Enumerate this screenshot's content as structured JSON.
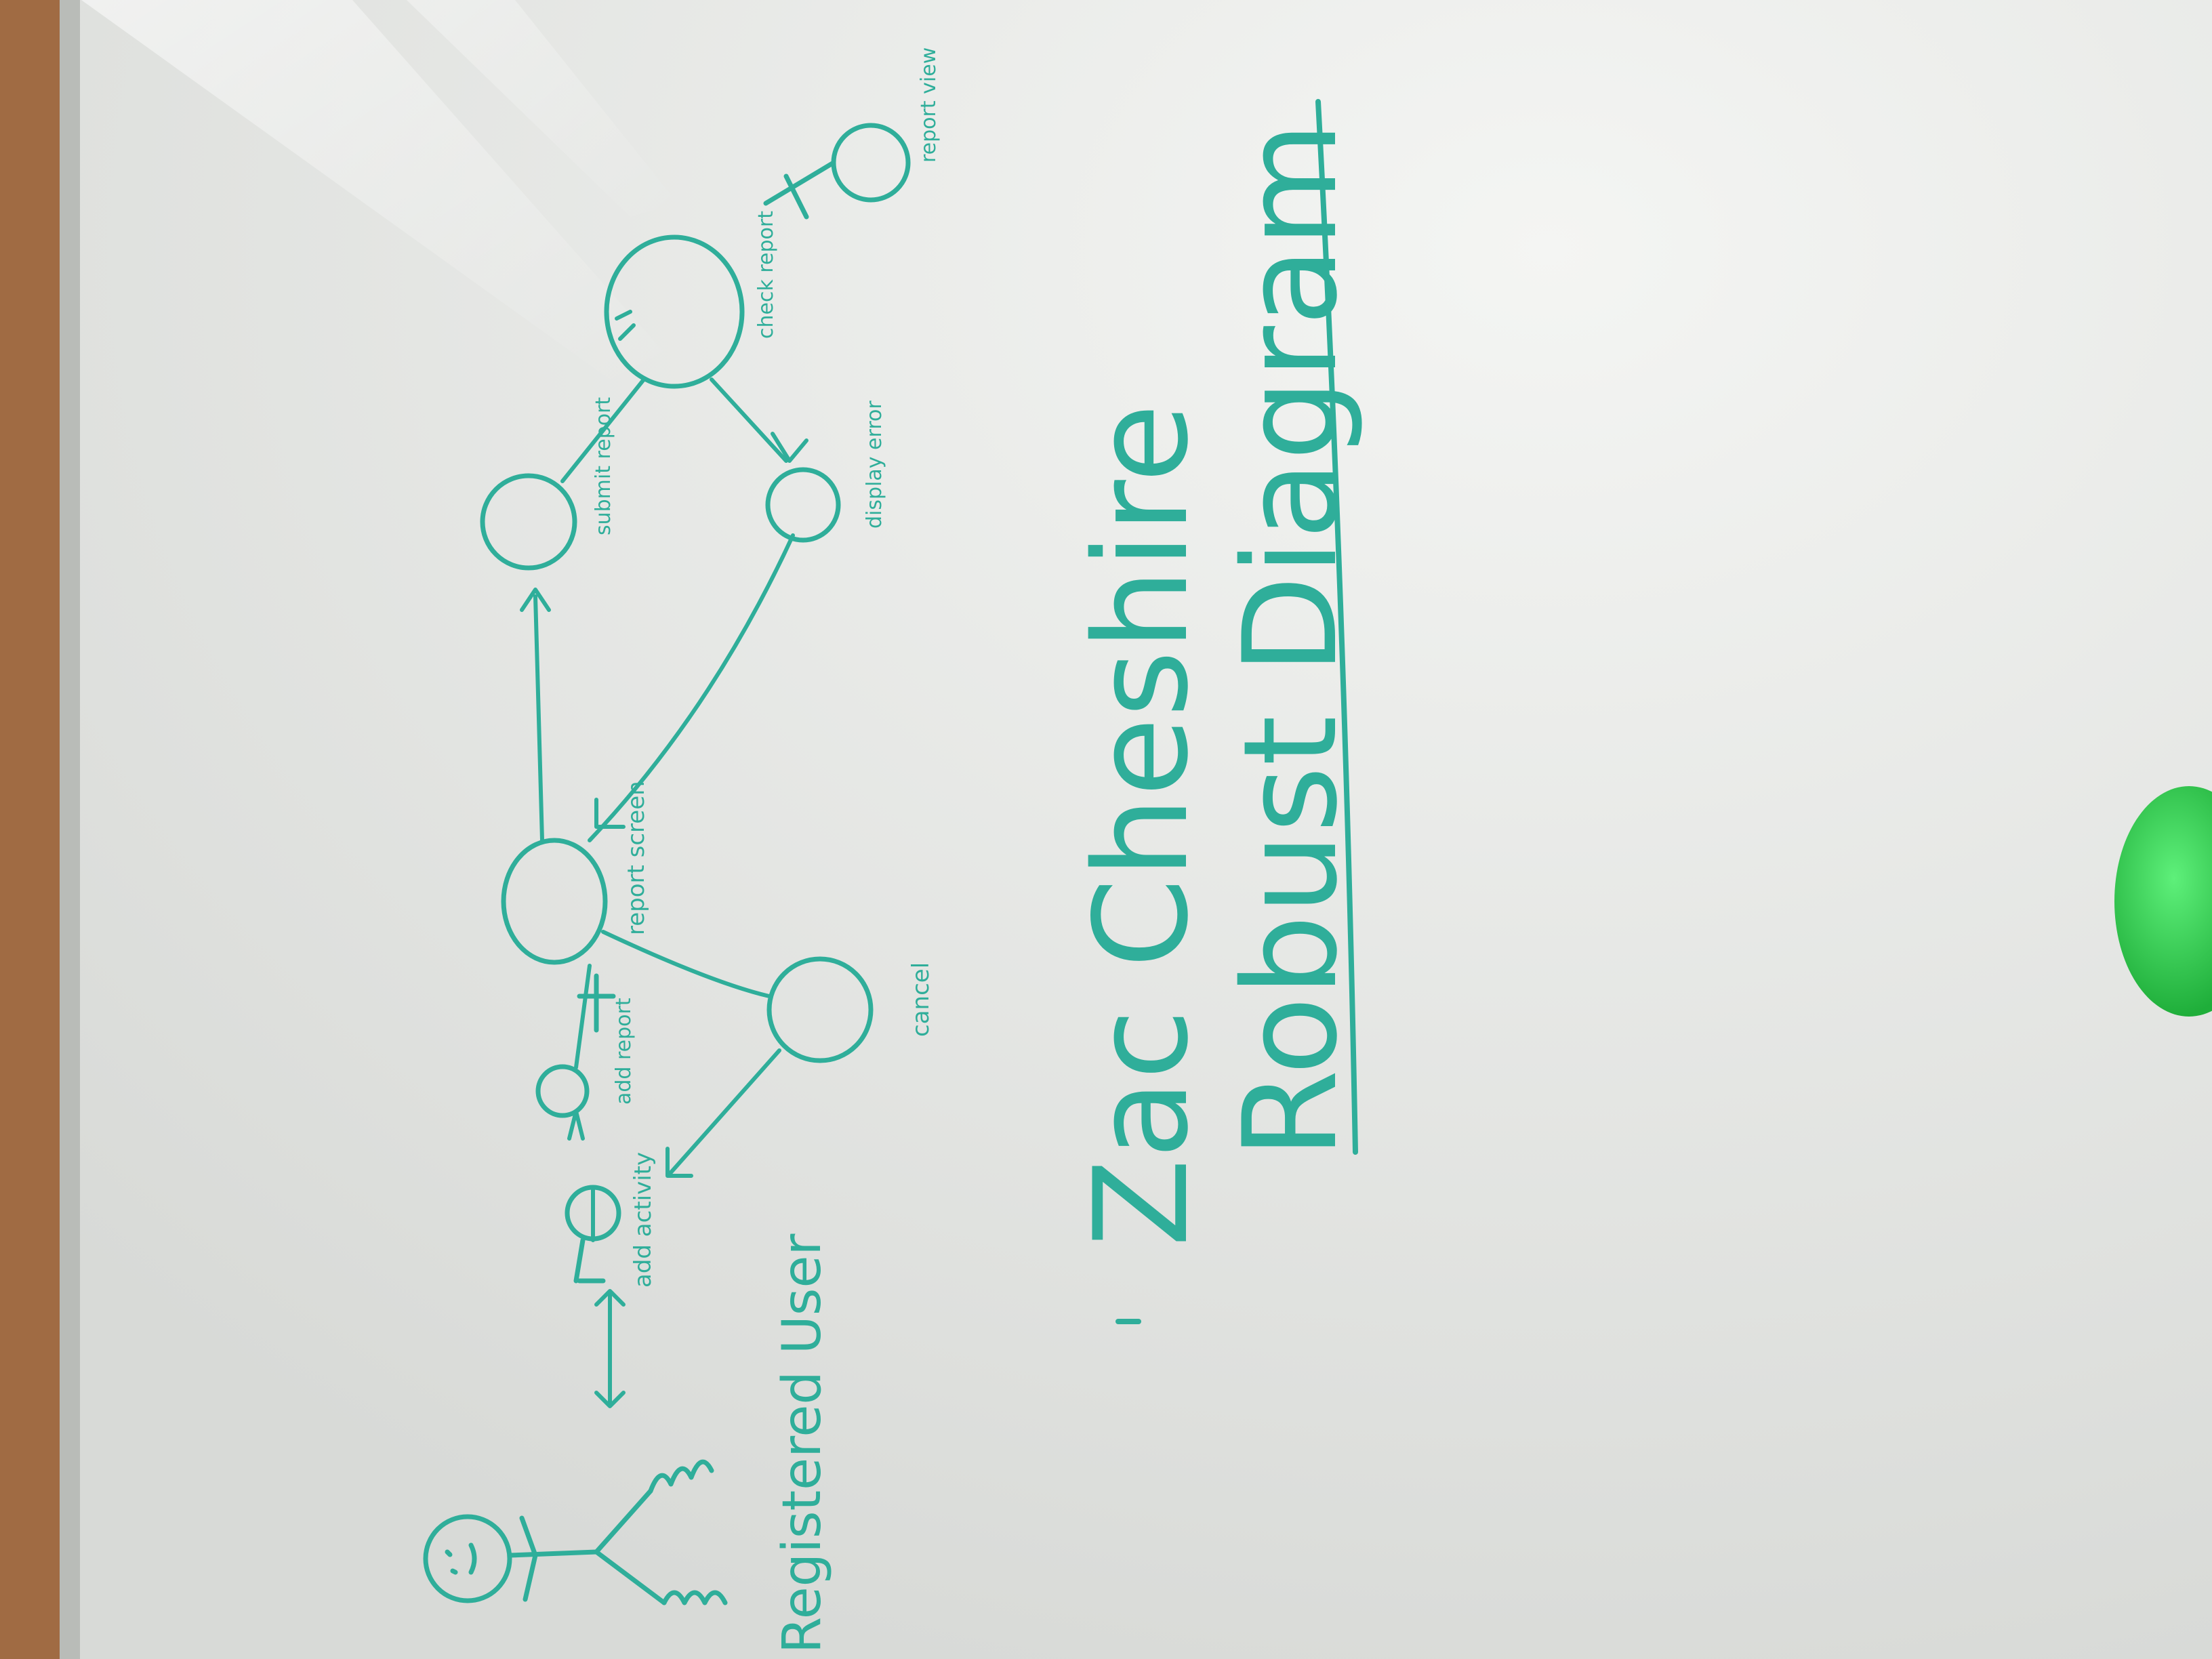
{
  "colors": {
    "ink": "#2fae9a",
    "board": "#e4e6e3",
    "frame": "#a06b43",
    "magnet": "#2fd24e"
  },
  "actor": {
    "label": "Registered User"
  },
  "nodes": {
    "add_activity": "add activity",
    "add_report": "add report",
    "report_screen": "report screen",
    "cancel": "cancel",
    "submit_report": "submit report",
    "display_error": "display error",
    "check_report": "check report",
    "report_view": "report view"
  },
  "author": "Zac Cheshire",
  "title": "Robust Diagram"
}
